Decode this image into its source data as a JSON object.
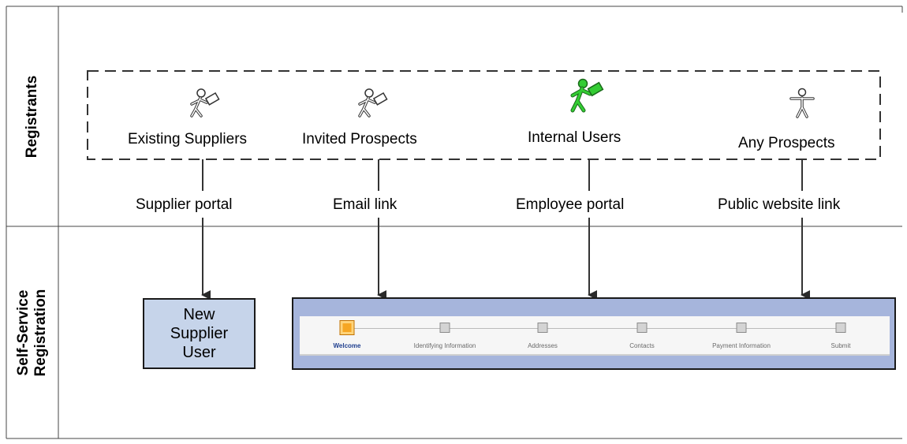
{
  "lanes": {
    "top_label": "Registrants",
    "bottom_label_line1": "Self-Service",
    "bottom_label_line2": "Registration"
  },
  "registrants": [
    {
      "label": "Existing Suppliers",
      "icon": "person-with-letter-icon",
      "color": "#ffffff"
    },
    {
      "label": "Invited Prospects",
      "icon": "person-with-letter-icon",
      "color": "#ffffff"
    },
    {
      "label": "Internal Users",
      "icon": "person-with-letter-icon",
      "color": "#33cc33"
    },
    {
      "label": "Any Prospects",
      "icon": "person-standing-icon",
      "color": "#ffffff"
    }
  ],
  "channels": [
    {
      "label": "Supplier portal"
    },
    {
      "label": "Email link"
    },
    {
      "label": "Employee portal"
    },
    {
      "label": "Public website link"
    }
  ],
  "new_supplier_user": {
    "line1": "New",
    "line2": "Supplier",
    "line3": "User"
  },
  "wizard": {
    "steps": [
      {
        "label": "Welcome",
        "active": true
      },
      {
        "label": "Identifying Information",
        "active": false
      },
      {
        "label": "Addresses",
        "active": false
      },
      {
        "label": "Contacts",
        "active": false
      },
      {
        "label": "Payment Information",
        "active": false
      },
      {
        "label": "Submit",
        "active": false
      }
    ]
  },
  "colors": {
    "accent_green": "#33cc33",
    "box_fill": "#c6d4ea",
    "wizard_frame": "#a6b5dc",
    "active_step": "#f6a623"
  }
}
